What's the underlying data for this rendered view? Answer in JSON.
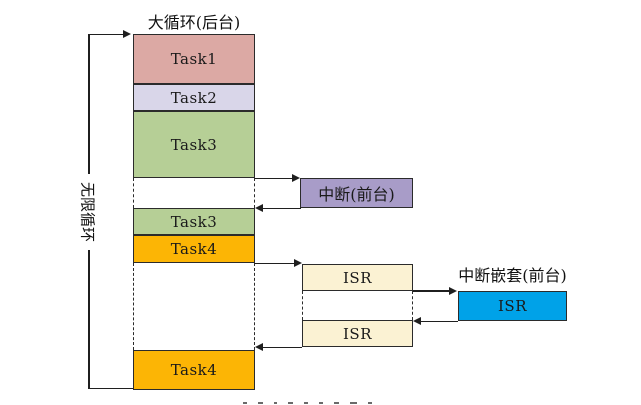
{
  "diagram": {
    "title": "大循环(后台)",
    "infinite_loop_label": "无限循环",
    "background_column": {
      "tasks": [
        {
          "label": "Task1",
          "color": "#dca9a4"
        },
        {
          "label": "Task2",
          "color": "#d9d6e9"
        },
        {
          "label": "Task3",
          "color": "#b6cf96"
        },
        {
          "label": "Task3",
          "color": "#b6cf96"
        },
        {
          "label": "Task4",
          "color": "#fcb505"
        },
        {
          "label": "Task4",
          "color": "#fcb505"
        }
      ]
    },
    "foreground": {
      "interrupt_label": "中断(前台)",
      "interrupt_color": "#a89cc8",
      "isr_boxes": [
        {
          "label": "ISR",
          "color": "#fbf2d3"
        },
        {
          "label": "ISR",
          "color": "#fbf2d3"
        }
      ],
      "nested": {
        "title": "中断嵌套(前台)",
        "isr_label": "ISR",
        "isr_color": "#00a2e8"
      }
    },
    "line_color": "#1f1f1f"
  }
}
